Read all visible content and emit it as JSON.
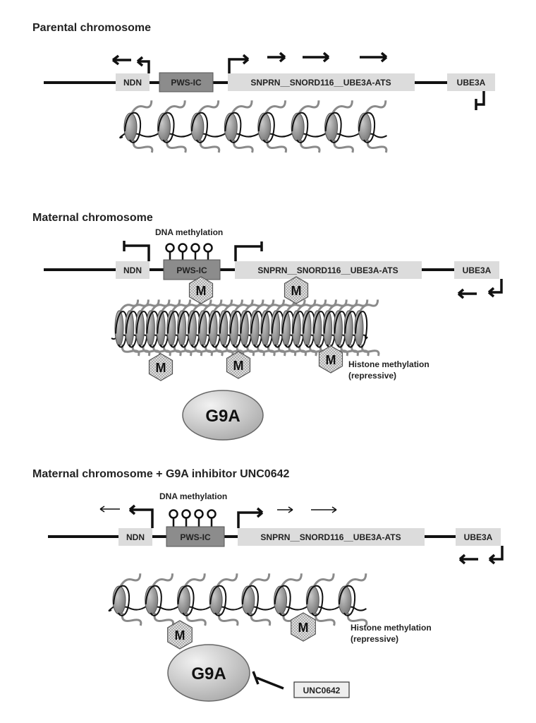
{
  "panels": [
    {
      "title": "Parental chromosome",
      "genes": [
        "NDN",
        "PWS-IC",
        "SNPRN__SNORD116__UBE3A-ATS",
        "UBE3A"
      ]
    },
    {
      "title": "Maternal chromosome",
      "genes": [
        "NDN",
        "PWS-IC",
        "SNPRN__SNORD116__UBE3A-ATS",
        "UBE3A"
      ],
      "dna_methylation_label": "DNA methylation",
      "histone_label_line1": "Histone methylation",
      "histone_label_line2": "(repressive)",
      "methyl_mark": "M",
      "enzyme": "G9A"
    },
    {
      "title": "Maternal chromosome + G9A inhibitor UNC0642",
      "genes": [
        "NDN",
        "PWS-IC",
        "SNPRN__SNORD116__UBE3A-ATS",
        "UBE3A"
      ],
      "dna_methylation_label": "DNA methylation",
      "histone_label_line1": "Histone methylation",
      "histone_label_line2": "(repressive)",
      "methyl_mark": "M",
      "enzyme": "G9A",
      "inhibitor": "UNC0642"
    }
  ],
  "colors": {
    "gene_box": "#dcdcdc",
    "pws_ic_box": "#8c8c8c",
    "nucleosome": "#9a9a9a",
    "histone_tail": "#8a8a8a"
  }
}
